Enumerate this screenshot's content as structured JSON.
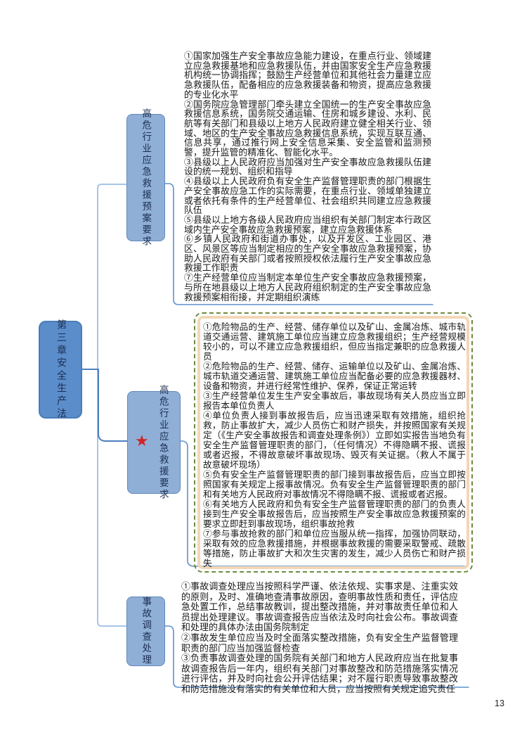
{
  "page": {
    "number": "13"
  },
  "root_node": {
    "label": "第三章安全生产法"
  },
  "icons": {
    "star": "★"
  },
  "colors": {
    "node-root-fill": "#5b8dca",
    "node-root-border": "#4a7cb8",
    "node-fill": "#8fafd7",
    "node-border": "#6189bd",
    "node-text": "#1d2f52",
    "trunk": "#a6c6e8",
    "branch-dark": "#4e7fc1",
    "branch-mid": "#5e92cc",
    "dash-border": "#6e8b3f",
    "tan-border": "#f2d7b8",
    "star-red": "#d02525",
    "text": "#1a1a1a"
  },
  "branches": [
    {
      "label": "高危行业应急救援预案要求",
      "starred": false,
      "paragraphs": [
        "①国家加强生产安全事故应急能力建设，在重点行业、领域建立应急救援基地和应急救援队伍，并由国家安全生产应急救援机构统一协调指挥；鼓励生产经营单位和其他社会力量建立应急救援队伍，配备相应的应急救援装备和物资，提高应急救援的专业化水平",
        "②国务院应急管理部门牵头建立全国统一的生产安全事故应急救援信息系统，国务院交通运输、住房和城乡建设、水利、民航等有关部门和县级以上地方人民政府建立健全相关行业、领域、地区的生产安全事故应急救援信息系统，实现互联互通、信息共享，通过推行网上安全信息采集、安全监管和监测预警，提升监管的精准化、智能化水平。",
        "③县级以上人民政府应当加强对生产安全事故应急救援队伍建设的统一规划、组织和指导",
        "④县级以上人民政府负有安全生产监督管理职责的部门根据生产安全事故应急工作的实际需要，在重点行业、领域单独建立或者依托有条件的生产经营单位、社会组织共同建立应急救援队伍",
        "⑤县级以上地方各级人民政府应当组织有关部门制定本行政区域内生产安全事故应急救援预案，建立应急救援体系",
        "⑥乡镇人民政府和街道办事处，以及开发区、工业园区、港区、风景区等应当制定相应的生产安全事故应急救援预案，协助人民政府有关部门或者按照授权依法履行生产安全事故应急救援工作职责",
        "⑦生产经营单位应当制定本单位生产安全事故应急救援预案，与所在地县级以上地方人民政府组织制定的生产安全事故应急救援预案相衔接，并定期组织演练"
      ]
    },
    {
      "label": "高危行业应急救援要求",
      "starred": true,
      "paragraphs": [
        "①危险物品的生产、经营、储存单位以及矿山、金属冶炼、城市轨道交通运营、建筑施工单位应当建立应急救援组织；生产经营规模较小的，可以不建立应急救援组织，但应当指定兼职的应急救援人员",
        "②危险物品的生产、经营、储存、运输单位以及矿山、金属冶炼、城市轨道交通运营、建筑施工单位应当配备必要的应急救援器材、设备和物资，并进行经常性维护、保养，保证正常运转",
        "③生产经营单位发生生产安全事故后，事故现场有关人员应当立即报告本单位负责人",
        "④单位负责人接到事故报告后，应当迅速采取有效措施，组织抢救，防止事故扩大，减少人员伤亡和财产损失，并按照国家有关规定（《生产安全事故报告和调查处理条例》）立即如实报告当地负有安全生产监督管理职责的部门，（任何情况）不得隐瞒不报、谎报或者迟报，不得故意破坏事故现场、毁灭有关证据。（救人不属于故意破坏现场）",
        "⑤负有安全生产监督管理职责的部门接到事故报告后，应当立即按照国家有关规定上报事故情况。负有安全生产监督管理职责的部门和有关地方人民政府对事故情况不得隐瞒不报、谎报或者迟报。",
        "⑥有关地方人民政府和负有安全生产监督管理职责的部门的负责人接到生产安全事故报告后，应当按照生产安全事故应急救援预案的要求立即赶到事故现场，组织事故抢救",
        "⑦参与事故抢救的部门和单位应当服从统一指挥，加强协同联动，采取有效的应急救援措施，并根据事故救援的需要采取警戒、疏散等措施，防止事故扩大和次生灾害的发生，减少人员伤亡和财产损失"
      ]
    },
    {
      "label": "事故调查处理",
      "starred": false,
      "paragraphs": [
        "①事故调查处理应当按照科学严谨、依法依规、实事求是、注重实效的原则，及时、准确地查清事故原因，查明事故性质和责任，评估应急处置工作，总结事故教训，提出整改措施，并对事故责任单位和人员提出处理建议。事故调查报告应当依法及时向社会公布。事故调查和处理的具体办法由国务院制定",
        "②事故发生单位应当及时全面落实整改措施，负有安全生产监督管理职责的部门应当加强监督检查",
        "③负责事故调查处理的国务院有关部门和地方人民政府应当在批复事故调查报告后一年内，组织有关部门对事故整改和防范措施落实情况进行评估，并及时向社会公开评估结果；对不履行职责导致事故整改和防范措施没有落实的有关单位和人员，应当按照有关规定追究责任"
      ]
    }
  ]
}
